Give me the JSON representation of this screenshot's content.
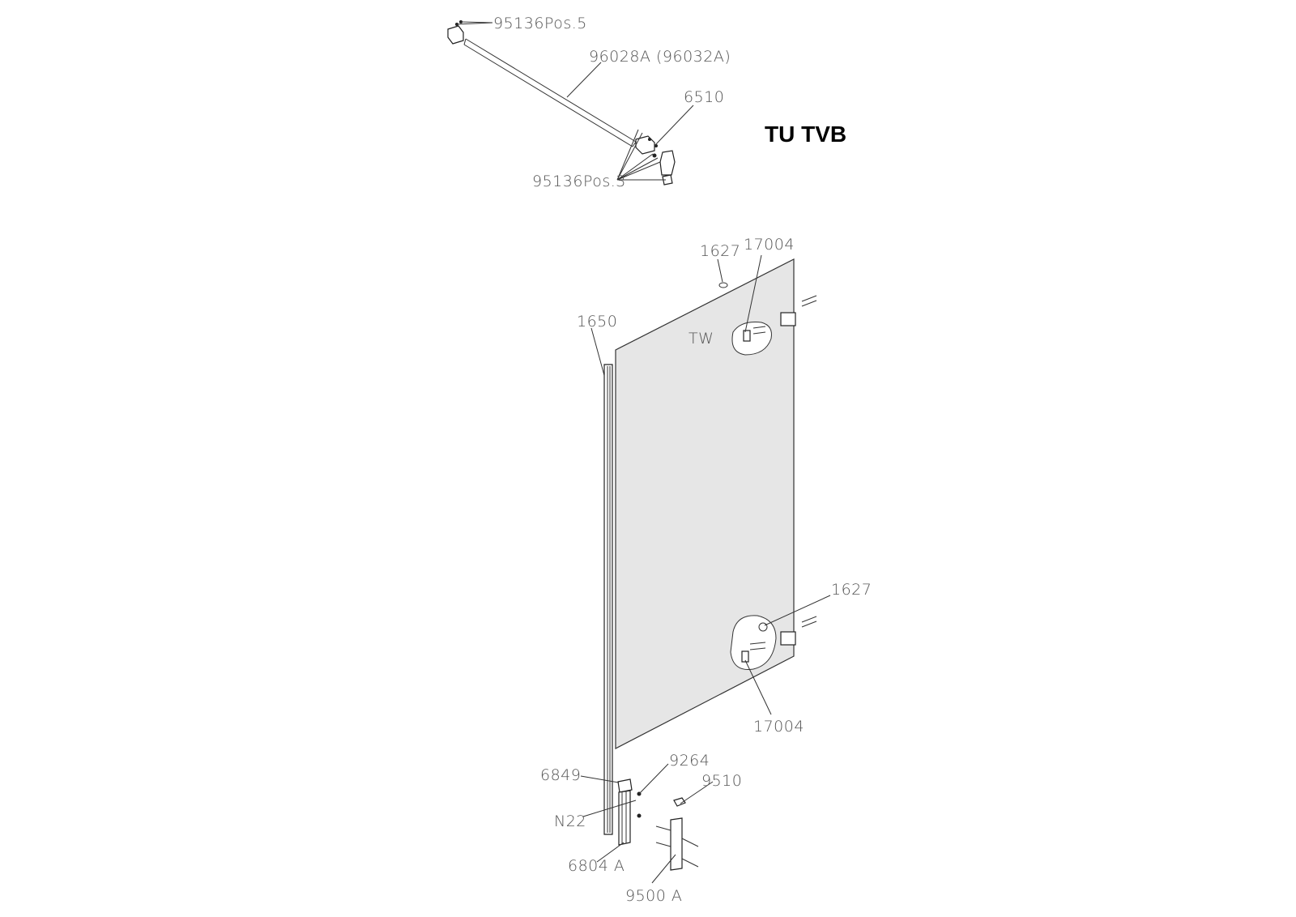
{
  "title": "TU TVB",
  "panel_label": "TW",
  "labels": {
    "p95136_5": "95136Pos.5",
    "p96028": "96028A (96032A)",
    "p6510": "6510",
    "p95136_3": "95136Pos.3",
    "p1627_top": "1627",
    "p17004_top": "17004",
    "p1650": "1650",
    "p1627_bottom": "1627",
    "p17004_bottom": "17004",
    "p6849": "6849",
    "p9264": "9264",
    "p9510": "9510",
    "pN22": "N22",
    "p6804": "6804 A",
    "p9500": "9500 A"
  },
  "colors": {
    "panel": "#e6e6e6",
    "line": "#333333"
  }
}
